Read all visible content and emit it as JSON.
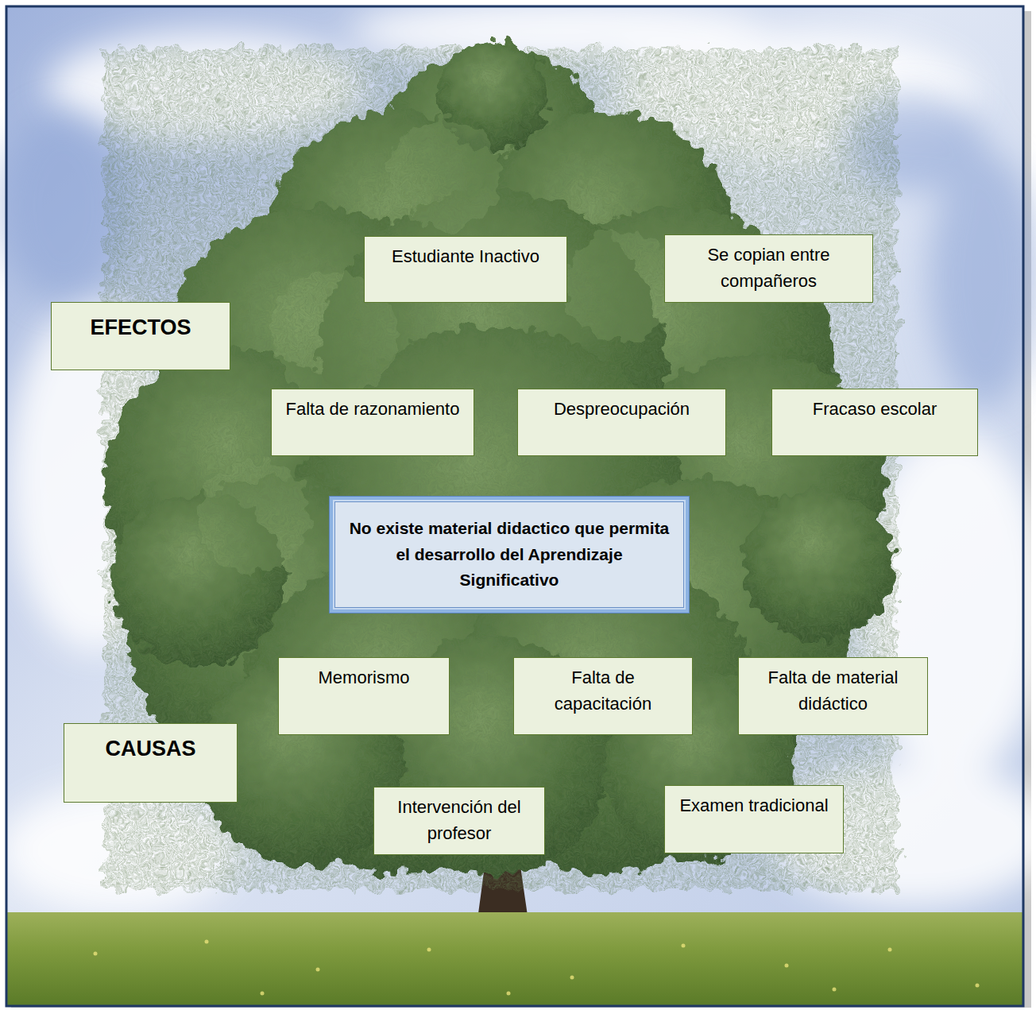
{
  "diagram": {
    "nodes": [
      {
        "text": [
          "Estudiante Inactivo"
        ]
      },
      {
        "text": [
          "Se copian entre compañeros"
        ]
      },
      {
        "text": [
          "EFECTOS"
        ]
      },
      {
        "text": [
          "Falta de razonamiento"
        ]
      },
      {
        "text": [
          "Despreocupación"
        ]
      },
      {
        "text": [
          "Fracaso escolar"
        ]
      },
      {
        "text": [
          "No existe material didactico que permita el desarrollo del Aprendizaje Significativo"
        ]
      },
      {
        "text": [
          "Memorismo"
        ]
      },
      {
        "text": [
          "Falta de capacitación"
        ]
      },
      {
        "text": [
          "Falta de material didáctico"
        ]
      },
      {
        "text": [
          "CAUSAS"
        ]
      },
      {
        "text": [
          "Intervención del profesor"
        ]
      },
      {
        "text": [
          "Examen tradicional"
        ]
      }
    ]
  }
}
